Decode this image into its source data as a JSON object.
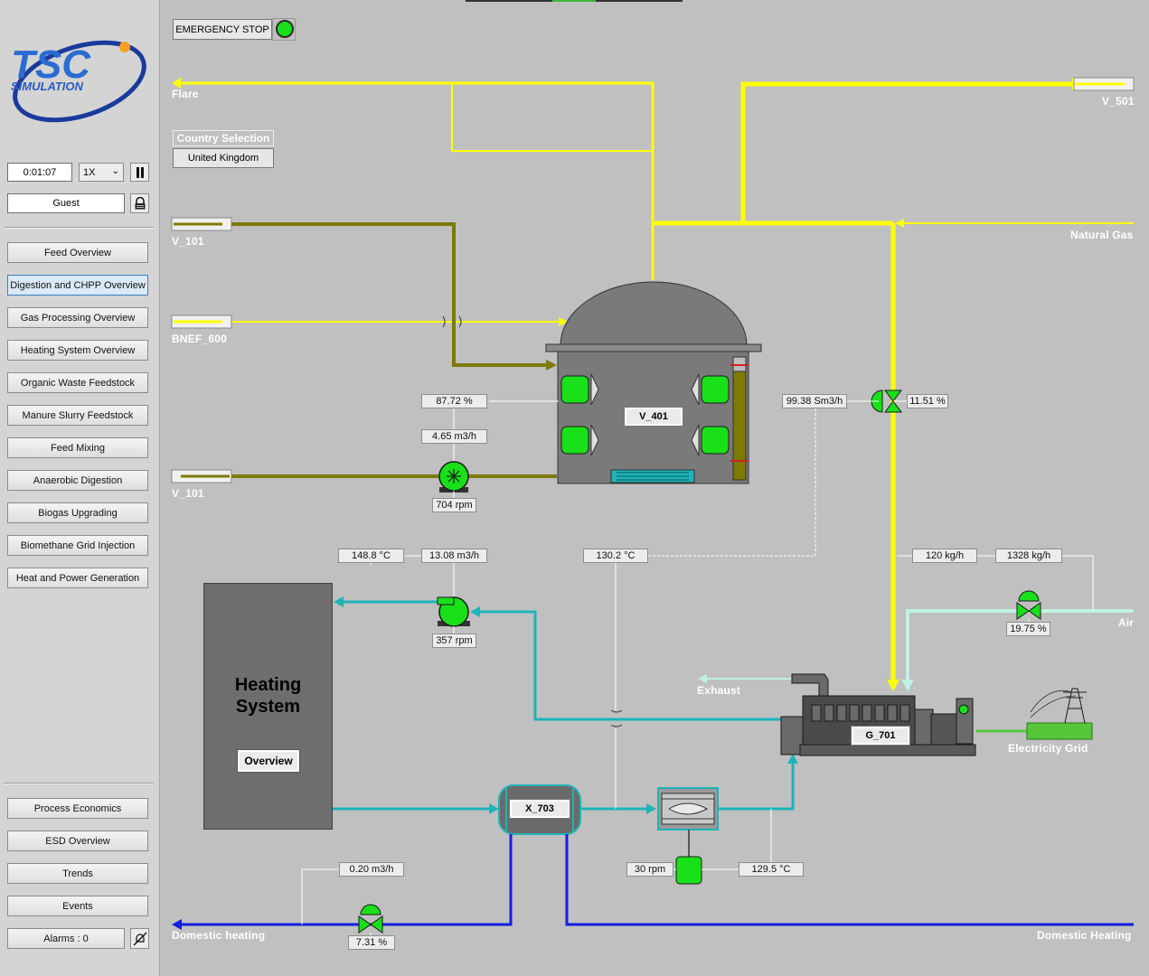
{
  "sidebar": {
    "logo": {
      "line1": "TSC",
      "line2": "SIMULATION"
    },
    "sim_time": "0:01:07",
    "speed": "1X",
    "user": "Guest",
    "nav": [
      {
        "label": "Feed Overview",
        "active": false
      },
      {
        "label": "Digestion and CHPP Overview",
        "active": true
      },
      {
        "label": "Gas Processing Overview",
        "active": false
      },
      {
        "label": "Heating System Overview",
        "active": false
      },
      {
        "label": "Organic Waste Feedstock",
        "active": false
      },
      {
        "label": "Manure Slurry Feedstock",
        "active": false
      },
      {
        "label": "Feed Mixing",
        "active": false
      },
      {
        "label": "Anaerobic Digestion",
        "active": false
      },
      {
        "label": "Biogas Upgrading",
        "active": false
      },
      {
        "label": "Biomethane Grid Injection",
        "active": false
      },
      {
        "label": "Heat and Power Generation",
        "active": false
      }
    ],
    "bottom": {
      "process_economics": "Process Economics",
      "esd_overview": "ESD Overview",
      "trends": "Trends",
      "events": "Events",
      "alarms": "Alarms : 0"
    }
  },
  "top": {
    "emergency_stop": "EMERGENCY STOP",
    "country_title": "Country Selection",
    "country_value": "United Kingdom"
  },
  "streams": {
    "flare": "Flare",
    "v501": "V_501",
    "natural_gas": "Natural Gas",
    "v101_in": "V_101",
    "bnef": "BNEF_600",
    "v101_out": "V_101",
    "exhaust": "Exhaust",
    "air": "Air",
    "electricity_grid": "Electricity Grid",
    "domestic_heating_left": "Domestic heating",
    "domestic_heating_right": "Domestic Heating"
  },
  "equipment": {
    "digester": "V_401",
    "generator": "G_701",
    "exchanger": "X_703",
    "heating_system_title": "Heating\nSystem",
    "heating_overview_btn": "Overview"
  },
  "readings": {
    "digester_level": "87.72 %",
    "recycle_flow": "4.65 m3/h",
    "recycle_pump_speed": "704 rpm",
    "biogas_flow": "99.38 Sm3/h",
    "biogas_valve": "11.51 %",
    "heating_supply_temp": "148.8 °C",
    "heating_supply_flow": "13.08 m3/h",
    "engine_temp": "130.2 °C",
    "fuel_flow": "120 kg/h",
    "air_flow": "1328 kg/h",
    "heating_pump_speed": "357 rpm",
    "air_valve": "19.75 %",
    "cooler_fan_speed": "30 rpm",
    "cooler_outlet_temp": "129.5 °C",
    "domestic_flow": "0.20 m3/h",
    "domestic_valve": "7.31 %"
  },
  "colors": {
    "background": "#c0c0c0",
    "biogas": "#ffff00",
    "sludge": "#7d7a00",
    "coolant": "#1eb4b8",
    "air": "#bff2e0",
    "domestic_water": "#1020e0",
    "power": "#56c73a",
    "equipment_green": "#19e019"
  }
}
